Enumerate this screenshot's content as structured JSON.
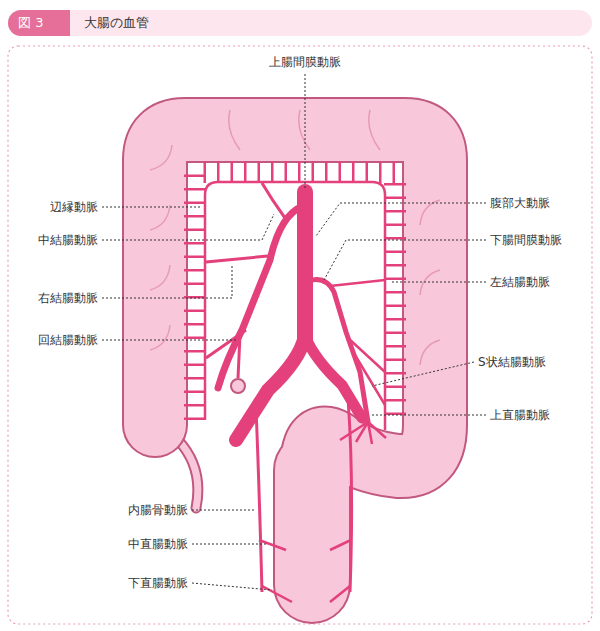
{
  "diagram": {
    "title": "大腸の血管",
    "nodes": [
      {
        "text": [
          "図 3"
        ]
      }
    ],
    "labels": [
      "上腸間膜動脈",
      "辺縁動脈",
      "中結腸動脈",
      "右結腸動脈",
      "回結腸動脈",
      "腹部大動脈",
      "下腸間膜動脈",
      "左結腸動脈",
      "S状結腸動脈",
      "上直腸動脈",
      "内腸骨動脈",
      "中直腸動脈",
      "下直腸動脈"
    ]
  }
}
